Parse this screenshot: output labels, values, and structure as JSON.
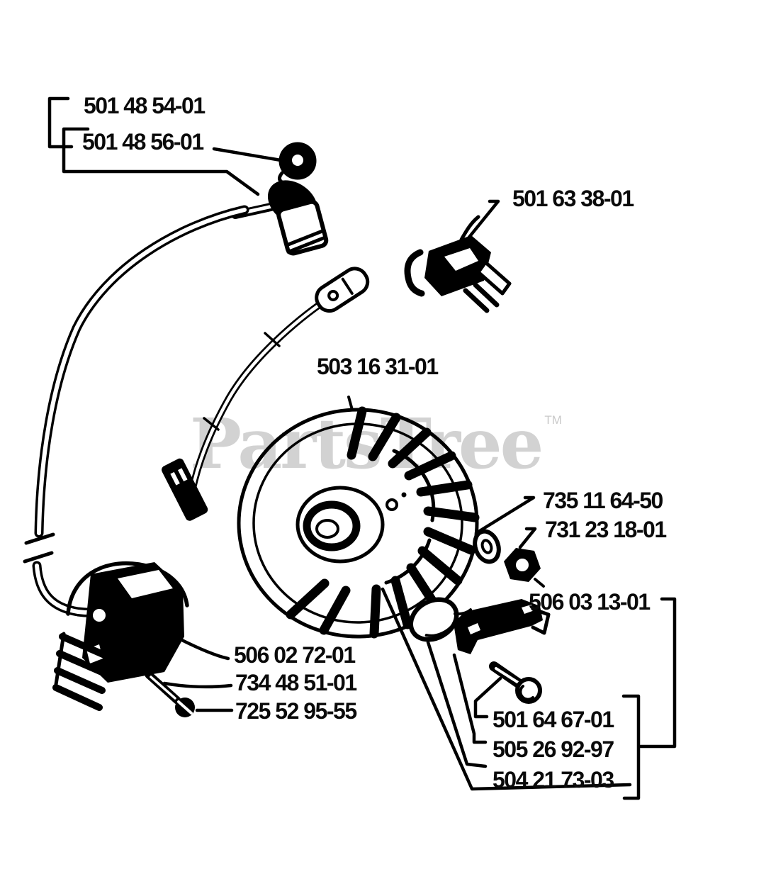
{
  "page": {
    "background": "#ffffff"
  },
  "watermark": {
    "text": "PartsTree",
    "tm": "TM",
    "color": "#d2d2d2"
  },
  "diagram": {
    "type": "exploded-parts-diagram",
    "subject": "ignition-flywheel-assembly",
    "labels": [
      {
        "number": "501 48 54-01"
      },
      {
        "number": "501 48 56-01"
      },
      {
        "number": "501 63 38-01"
      },
      {
        "number": "503 16 31-01"
      },
      {
        "number": "735 11 64-50"
      },
      {
        "number": "731 23 18-01"
      },
      {
        "number": "506 03 13-01"
      },
      {
        "number": "506 02 72-01"
      },
      {
        "number": "734 48 51-01"
      },
      {
        "number": "725 52 95-55"
      },
      {
        "number": "501 64 67-01"
      },
      {
        "number": "505 26 92-97"
      },
      {
        "number": "504 21 73-03"
      }
    ]
  },
  "colors": {
    "line_art": "#000000",
    "background": "#ffffff",
    "watermark": "#d2d2d2"
  }
}
